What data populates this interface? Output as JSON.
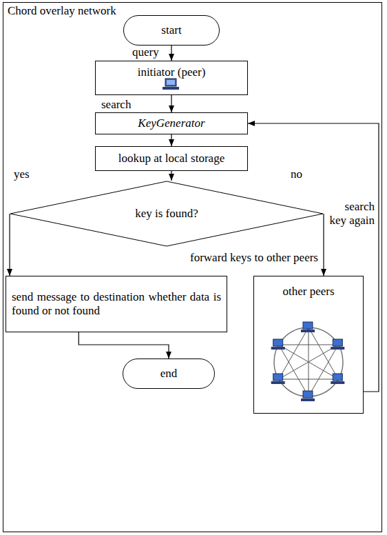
{
  "diagram": {
    "nodes": [
      {
        "text": [
          "Chord overlay network"
        ]
      },
      {
        "text": [
          "start"
        ],
        "in": 0
      },
      {
        "text": [
          "initiator (peer)"
        ],
        "in": 0
      },
      {
        "text": [
          "KeyGenerator"
        ],
        "in": 0
      },
      {
        "text": [
          "lookup at local storage"
        ],
        "in": 0
      },
      {
        "text": [
          "key is found?"
        ],
        "in": 0
      },
      {
        "text": [
          "send message to destination whether data is found or not found"
        ],
        "in": 0
      },
      {
        "text": [
          "other peers"
        ],
        "in": 0
      },
      {
        "text": [
          "end"
        ],
        "in": 0
      }
    ],
    "edges": [
      {
        "from": 1,
        "to": 2,
        "label": "query",
        "arrow": "to"
      },
      {
        "from": 2,
        "to": 3,
        "label": "search",
        "arrow": "to"
      },
      {
        "from": 3,
        "to": 4,
        "arrow": "to"
      },
      {
        "from": 4,
        "to": 5,
        "arrow": "to"
      },
      {
        "from": 5,
        "to": 6,
        "label": "yes",
        "arrow": "to"
      },
      {
        "from": 5,
        "to": 7,
        "label": "no",
        "arrow": "to"
      },
      {
        "from": 7,
        "to": 3,
        "label": "search key again",
        "arrow": "to"
      },
      {
        "from": 6,
        "to": 8,
        "arrow": "to"
      }
    ],
    "labels": [
      "forward keys to other peers"
    ]
  }
}
